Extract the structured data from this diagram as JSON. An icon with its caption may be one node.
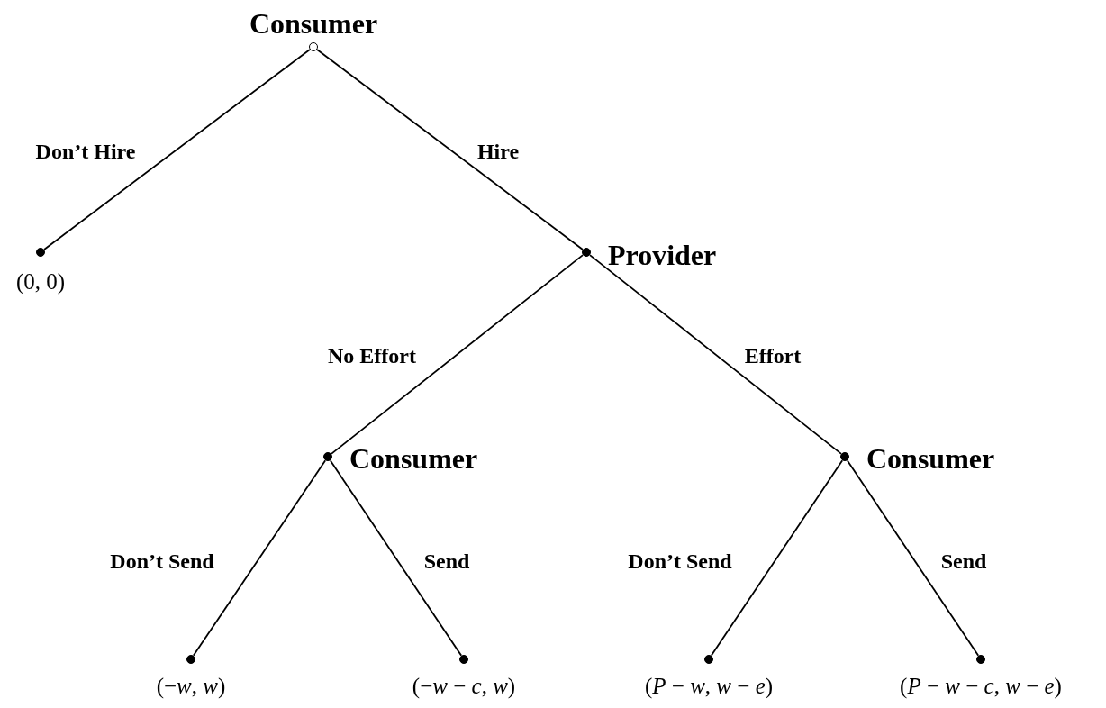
{
  "diagram": {
    "nodes": [
      {
        "text": [],
        "shape": "circle",
        "beside": [
          "Consumer"
        ]
      },
      {
        "text": [],
        "shape": "dot",
        "beside": [
          "(0, 0)"
        ]
      },
      {
        "text": [],
        "shape": "dot",
        "beside": [
          "Provider"
        ]
      },
      {
        "text": [],
        "shape": "dot",
        "beside": [
          "Consumer"
        ]
      },
      {
        "text": [],
        "shape": "dot",
        "beside": [
          "Consumer"
        ]
      },
      {
        "text": [],
        "shape": "dot",
        "beside": [
          "(−*w*, *w*)"
        ]
      },
      {
        "text": [],
        "shape": "dot",
        "beside": [
          "(−*w* − *c*, *w*)"
        ]
      },
      {
        "text": [],
        "shape": "dot",
        "beside": [
          "(*P* − *w*, *w* − *e*)"
        ]
      },
      {
        "text": [],
        "shape": "dot",
        "beside": [
          "(*P* − *w* − *c*, *w* − *e*)"
        ]
      }
    ],
    "edges": [
      {
        "from": 0,
        "to": 1,
        "arrow": "none",
        "label": "Don’t Hire"
      },
      {
        "from": 0,
        "to": 2,
        "arrow": "none",
        "label": "Hire"
      },
      {
        "from": 2,
        "to": 3,
        "arrow": "none",
        "label": "No Effort"
      },
      {
        "from": 2,
        "to": 4,
        "arrow": "none",
        "label": "Effort"
      },
      {
        "from": 3,
        "to": 5,
        "arrow": "none",
        "label": "Don’t Send"
      },
      {
        "from": 3,
        "to": 6,
        "arrow": "none",
        "label": "Send"
      },
      {
        "from": 4,
        "to": 7,
        "arrow": "none",
        "label": "Don’t Send"
      },
      {
        "from": 4,
        "to": 8,
        "arrow": "none",
        "label": "Send"
      }
    ]
  }
}
